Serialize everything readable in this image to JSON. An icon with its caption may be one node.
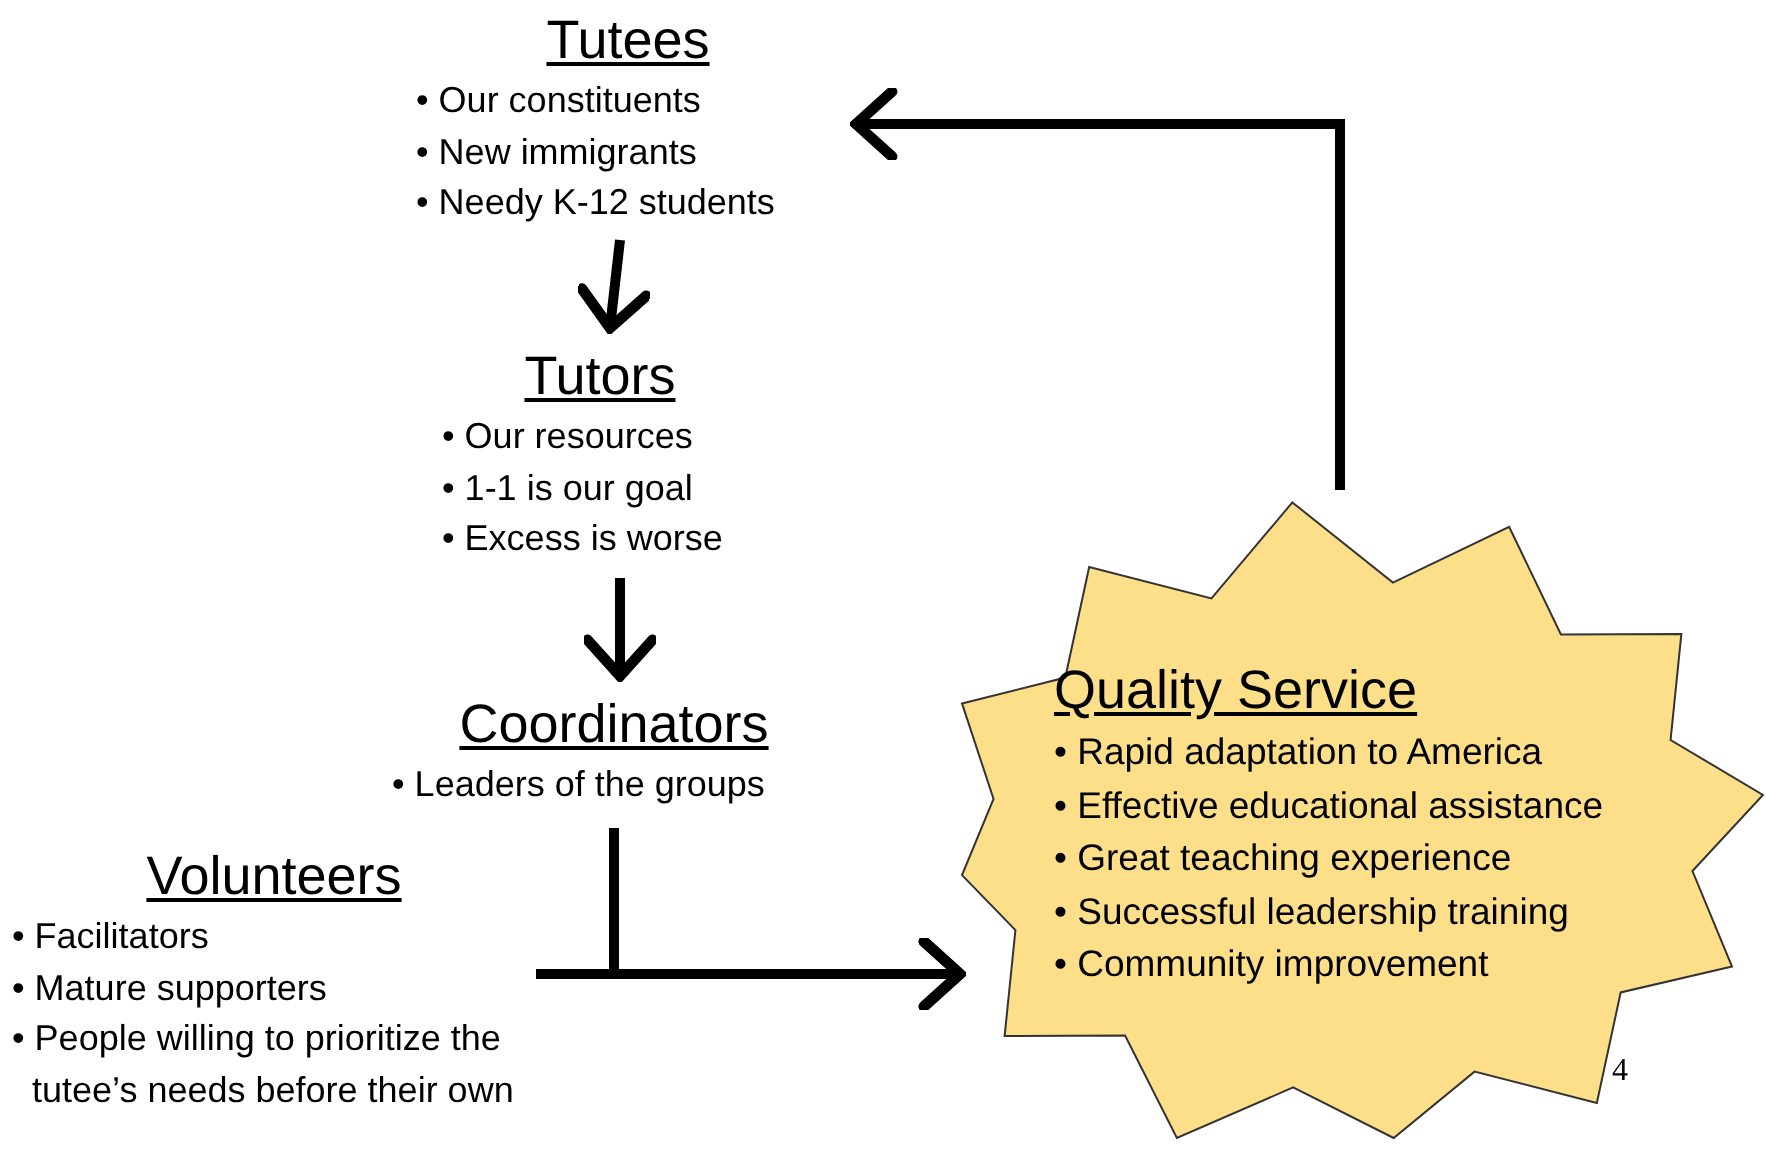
{
  "diagram": {
    "nodes": [
      {
        "text": [
          "Tutees",
          "• Our constituents",
          "• New immigrants",
          "• Needy K-12 students"
        ]
      },
      {
        "text": [
          "Tutors",
          "• Our resources",
          "• 1-1 is our goal",
          "• Excess is worse"
        ]
      },
      {
        "text": [
          "Coordinators",
          "• Leaders of the groups"
        ]
      },
      {
        "text": [
          "Volunteers",
          "• Facilitators",
          "• Mature supporters",
          "• People willing to prioritize the tutee’s needs before their own"
        ]
      },
      {
        "text": [
          "Quality Service",
          "• Rapid adaptation to America",
          "• Effective educational assistance",
          "• Great teaching experience",
          "• Successful leadership training",
          "• Community improvement"
        ]
      }
    ],
    "edges": [
      {
        "from": 0,
        "to": 1,
        "arrow": "to"
      },
      {
        "from": 1,
        "to": 2,
        "arrow": "to"
      },
      {
        "from": 2,
        "to": 4,
        "arrow": "to"
      },
      {
        "from": 3,
        "to": 4,
        "arrow": "to"
      },
      {
        "from": 4,
        "to": 0,
        "arrow": "to"
      }
    ],
    "labels": [
      "4"
    ]
  }
}
